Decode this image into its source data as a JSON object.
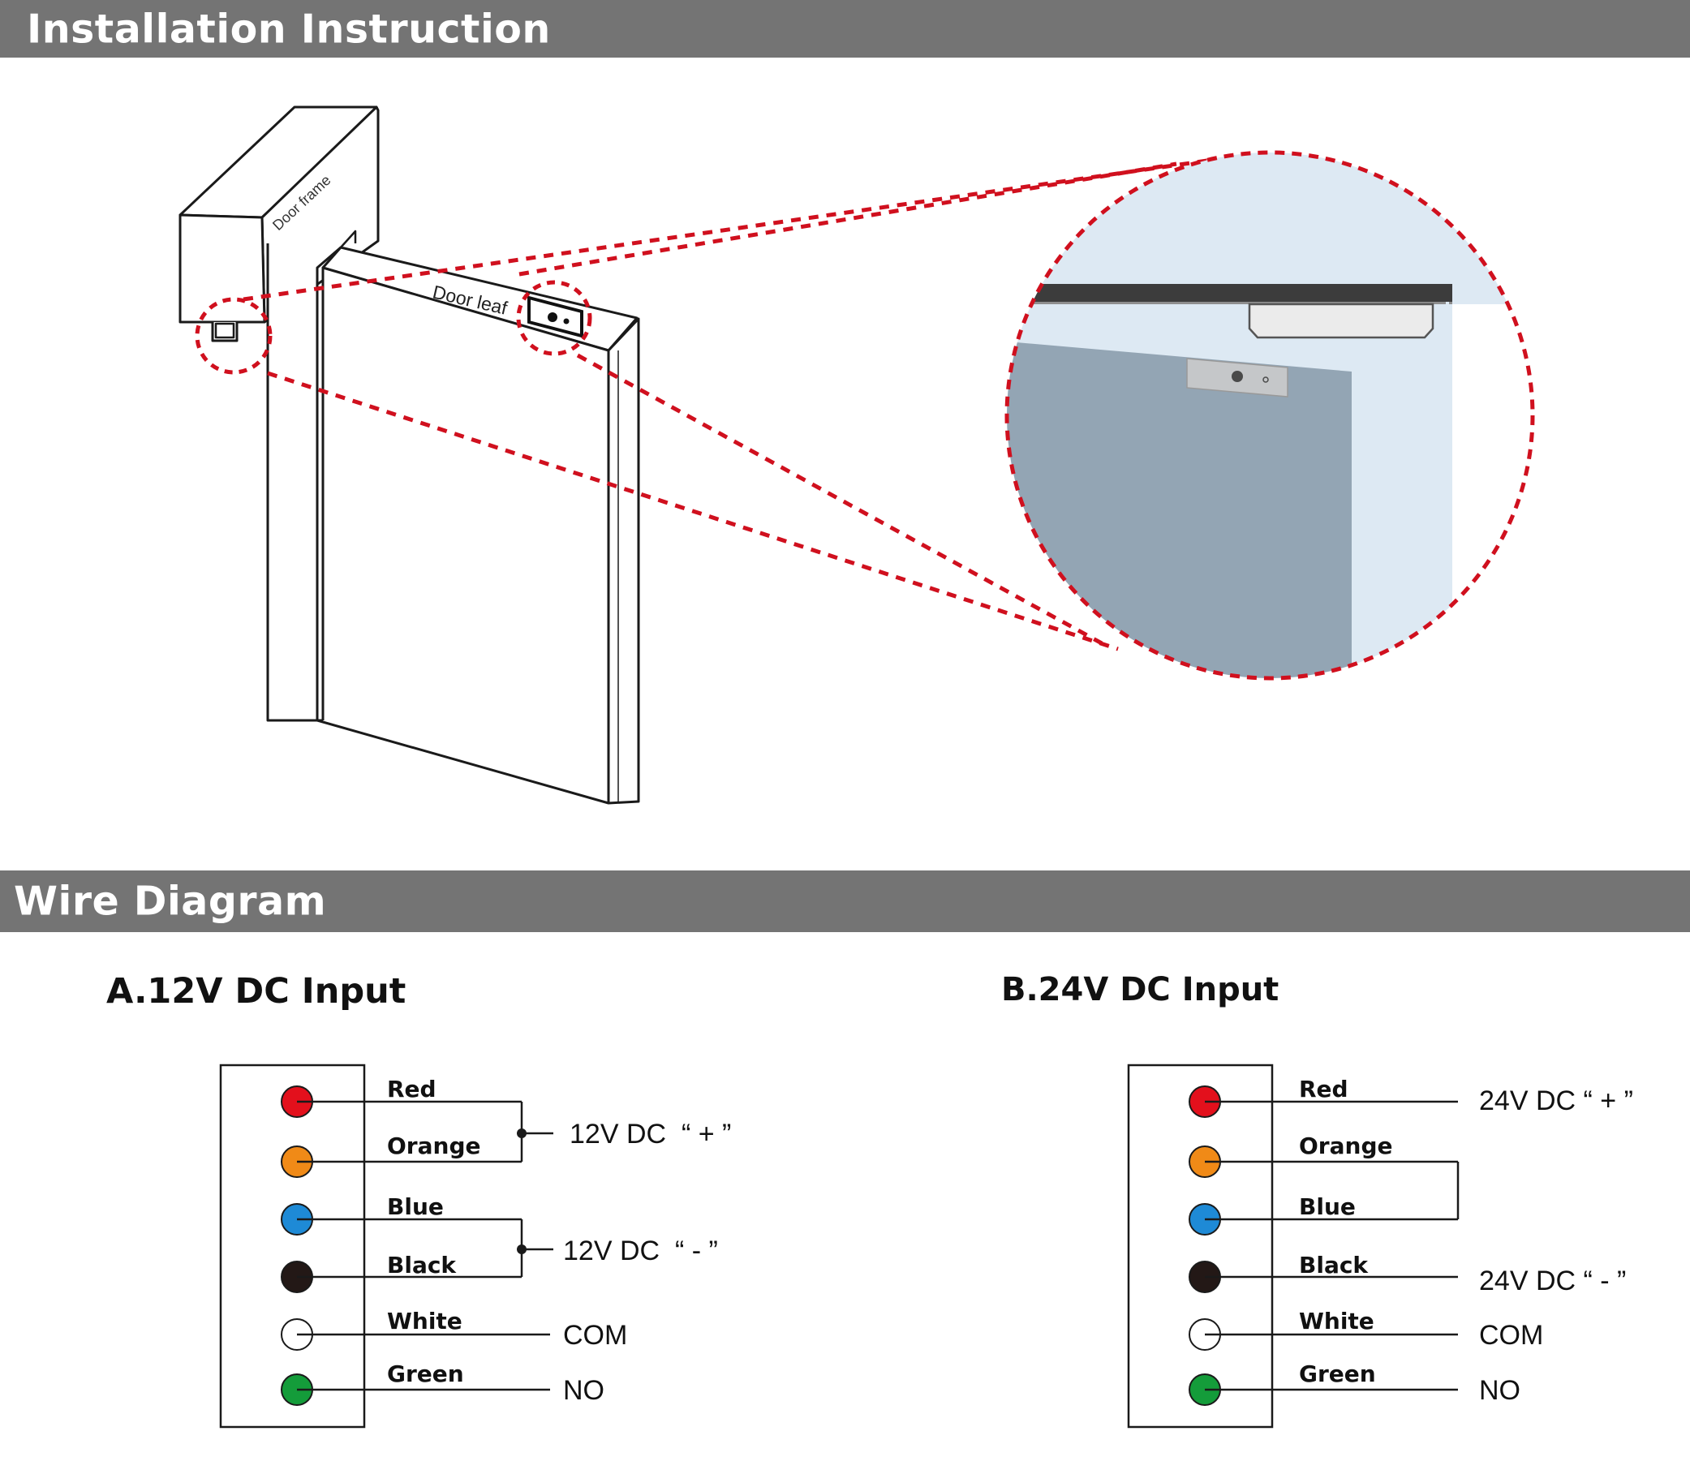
{
  "sections": {
    "installation_title": "Installation Instruction",
    "wire_title": "Wire Diagram"
  },
  "door": {
    "frame_label": "Door frame",
    "leaf_label": "Door leaf"
  },
  "colors": {
    "banner": "#747474",
    "dash_red": "#d0101e",
    "zoom_background": "#dde9f3",
    "zoom_leaf": "#93a5b4",
    "Red": "#e3101c",
    "Orange": "#f08a17",
    "Blue": "#1e8ad6",
    "Black": "#231816",
    "White": "#ffffff",
    "Green": "#149c3a"
  },
  "diagram_a": {
    "title": "A.12V DC Input",
    "wires": [
      "Red",
      "Orange",
      "Blue",
      "Black",
      "White",
      "Green"
    ],
    "outputs": {
      "plus": "12V DC  “ + ”",
      "minus": "12V DC  “ - ”",
      "com": "COM",
      "no": "NO"
    }
  },
  "diagram_b": {
    "title": "B.24V DC Input",
    "wires": [
      "Red",
      "Orange",
      "Blue",
      "Black",
      "White",
      "Green"
    ],
    "outputs": {
      "plus": "24V DC “ + ”",
      "minus": "24V DC “ - ”",
      "com": "COM",
      "no": "NO"
    }
  }
}
